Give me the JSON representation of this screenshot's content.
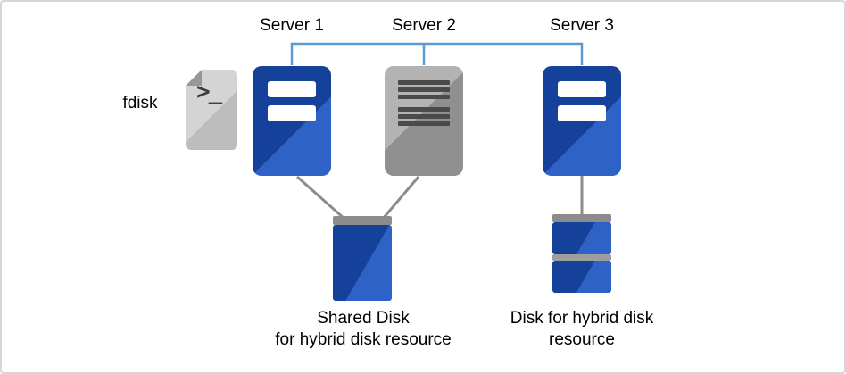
{
  "servers": [
    {
      "label": "Server 1"
    },
    {
      "label": "Server 2"
    },
    {
      "label": "Server 3"
    }
  ],
  "fdisk": {
    "label": "fdisk",
    "glyph": ">_"
  },
  "shared_disk": {
    "line1": "Shared Disk",
    "line2": "for hybrid disk resource"
  },
  "hybrid_disk": {
    "line1": "Disk for hybrid disk",
    "line2": "resource"
  },
  "colors": {
    "server_blue_dark": "#16419b",
    "server_blue_light": "#2e62c6",
    "server_gray_light": "#b3b3b3",
    "server_gray_dark": "#8f8f8f",
    "stripe_dark": "#4a4a4a",
    "connector_blue": "#5b9bd5",
    "connector_gray": "#8c8c8c",
    "disk_cap_gray": "#8c8c8c",
    "page_gray": "#c9c9c9",
    "page_fold_gray": "#979797",
    "text_black": "#000000"
  }
}
